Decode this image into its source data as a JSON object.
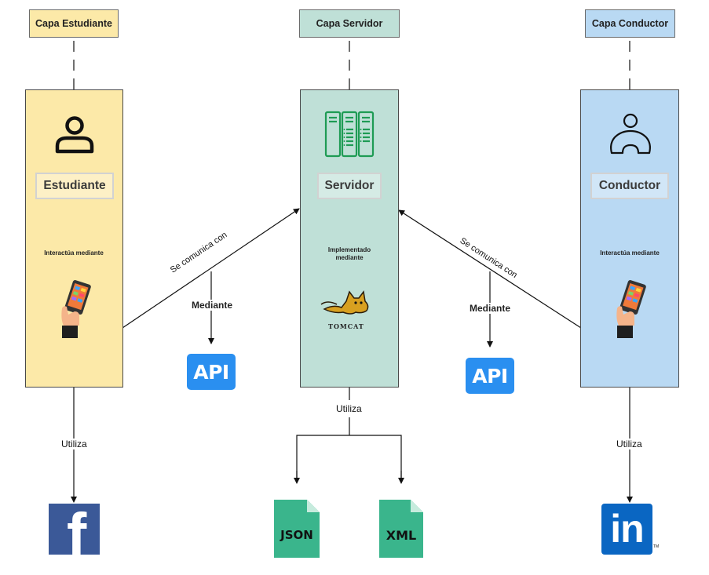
{
  "lanes": {
    "student": {
      "header": "Capa Estudiante",
      "role": "Estudiante",
      "action": "Interactúa mediante",
      "color": "#fce9a8"
    },
    "server": {
      "header": "Capa Servidor",
      "role": "Servidor",
      "action": "Implementado mediante",
      "color": "#bfe0d7",
      "tech_label": "TOMCAT"
    },
    "driver": {
      "header": "Capa Conductor",
      "role": "Conductor",
      "action": "Interactúa mediante",
      "color": "#b9d9f3"
    }
  },
  "edges": {
    "student_to_server": "Se comunica con",
    "driver_to_server": "Se comunica con",
    "via_left": "Mediante",
    "via_right": "Mediante",
    "uses_left": "Utiliza",
    "uses_server": "Utiliza",
    "uses_right": "Utiliza"
  },
  "badges": {
    "api_left": "API",
    "api_right": "API",
    "json": "JSON",
    "xml": "XML",
    "linkedin": "in",
    "linkedin_tm": "TM",
    "facebook": "f"
  },
  "icons": {
    "student": "person-icon",
    "server": "server-rack-icon",
    "driver": "steering-driver-icon",
    "tomcat": "tomcat-logo",
    "phone": "hand-phone-icon",
    "facebook": "facebook-logo",
    "linkedin": "linkedin-logo",
    "json": "json-file-icon",
    "xml": "xml-file-icon"
  }
}
